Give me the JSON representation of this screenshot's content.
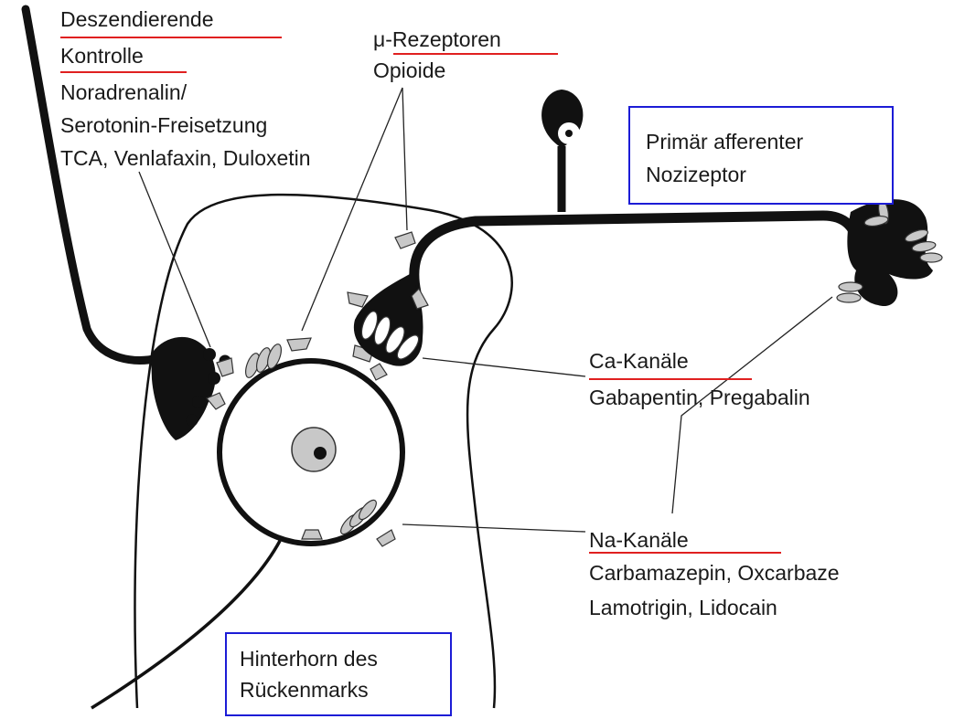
{
  "labels": {
    "descending_title_1": "Deszendierende",
    "descending_title_2": "Kontrolle",
    "descending_line_1": "Noradrenalin/",
    "descending_line_2": "Serotonin-Freisetzung",
    "descending_line_3": "TCA, Venlafaxin, Duloxetin",
    "mu_title": "μ-Rezeptoren",
    "mu_drug": "Opioide",
    "afferent_1": "Primär afferenter",
    "afferent_2": "Nozizeptor",
    "ca_title": "Ca-Kanäle",
    "ca_drugs": "Gabapentin, Pregabalin",
    "na_title": "Na-Kanäle",
    "na_drugs_1": "Carbamazepin, Oxcarbaze",
    "na_drugs_2": "Lamotrigin, Lidocain",
    "dorsal_horn_1": "Hinterhorn des",
    "dorsal_horn_2": "Rückenmarks"
  },
  "colors": {
    "underline": "#e02020",
    "box_border": "#1c1cd6",
    "ink": "#111111",
    "channel_fill": "#c8c8c8"
  }
}
